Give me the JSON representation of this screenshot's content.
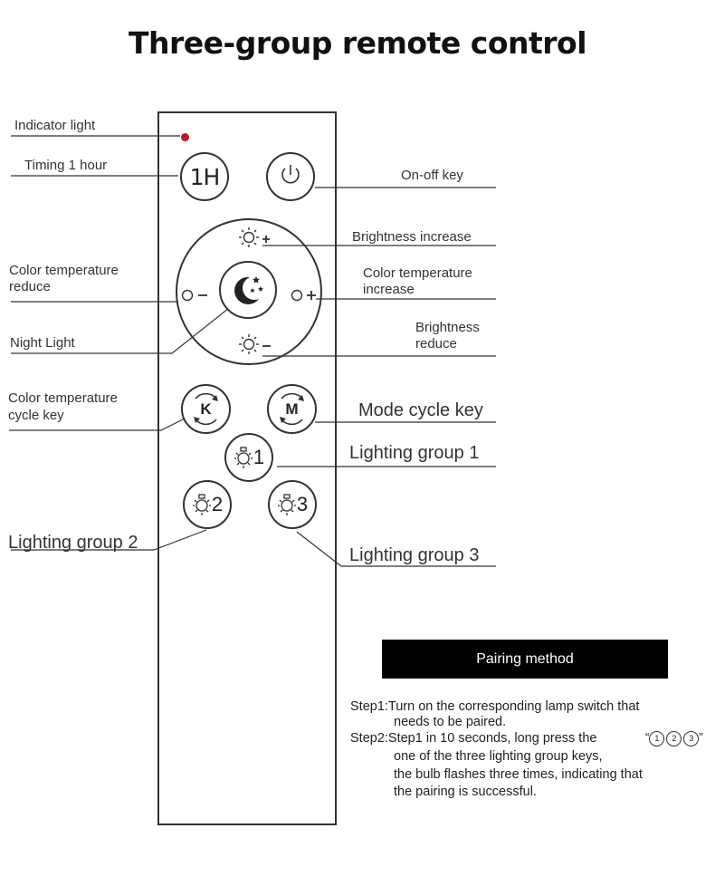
{
  "title": "Three-group remote control",
  "labels": {
    "indicator_light": "Indicator light",
    "timing": "Timing 1 hour",
    "on_off": "On-off key",
    "brightness_increase": "Brightness increase",
    "ct_reduce_1": "Color  temperature",
    "ct_reduce_2": "reduce",
    "ct_increase_1": "Color temperature",
    "ct_increase_2": "increase",
    "brightness_reduce_1": "Brightness",
    "brightness_reduce_2": "reduce",
    "night_light": "Night Light",
    "ct_cycle_1": "Color temperature",
    "ct_cycle_2": "cycle key",
    "mode_cycle": "Mode cycle key",
    "group1": "Lighting group 1",
    "group2": "Lighting group 2",
    "group3": "Lighting group 3"
  },
  "buttons": {
    "timer": "1H",
    "k": "K",
    "m": "M",
    "g1": "1",
    "g2": "2",
    "g3": "3"
  },
  "pairing": {
    "heading": "Pairing method",
    "step1_a": "Step1:Turn on the corresponding lamp switch that",
    "step1_b": "needs to be paired.",
    "step2_a": "Step2:Step1 in 10 seconds, long press the",
    "step2_b": "one of the three lighting group keys,",
    "step2_c": "the bulb flashes three times, indicating that",
    "step2_d": "the pairing is successful.",
    "icon_1": "1",
    "icon_2": "2",
    "icon_3": "3"
  },
  "colors": {
    "indicator": "#c8141b",
    "line": "#333333",
    "bar": "#000000"
  },
  "icons": [
    "power-icon",
    "sun-plus-icon",
    "sun-minus-icon",
    "ct-minus-icon",
    "ct-plus-icon",
    "moon-stars-icon",
    "cycle-k-icon",
    "cycle-m-icon",
    "bulb-1-icon",
    "bulb-2-icon",
    "bulb-3-icon"
  ]
}
